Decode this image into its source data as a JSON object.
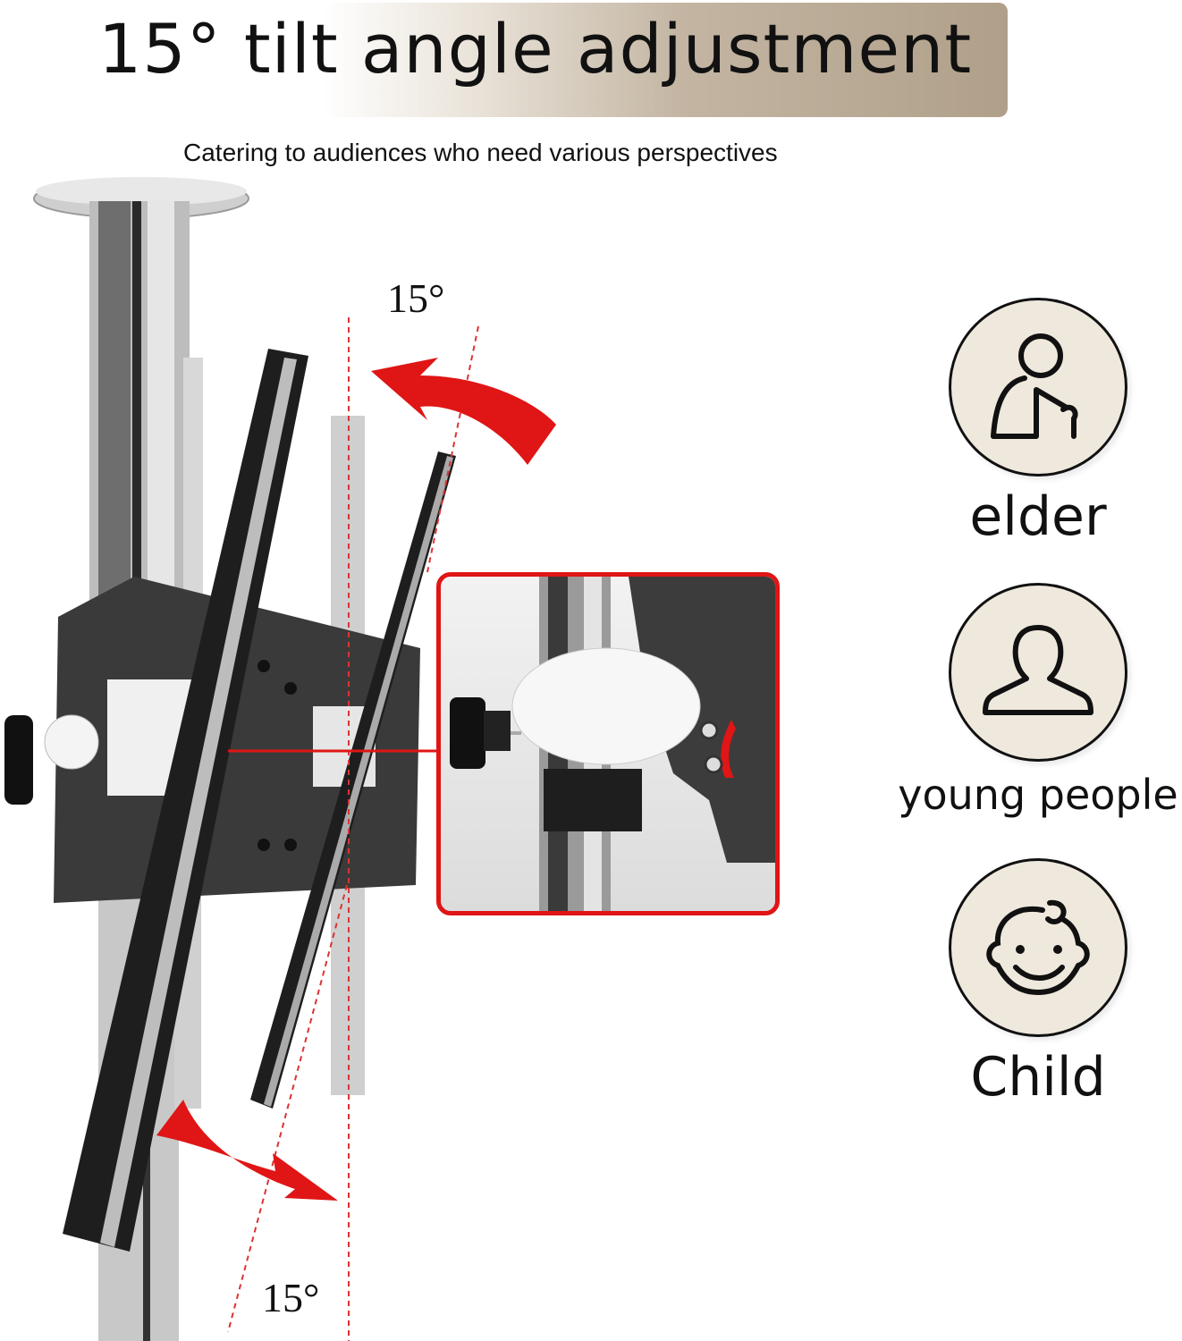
{
  "header": {
    "title": "15° tilt angle adjustment",
    "subtitle": "Catering to audiences who need various perspectives"
  },
  "diagram": {
    "top_angle_label": "15°",
    "bottom_angle_label": "15°",
    "arrow_color": "#e01515",
    "detail_frame_color": "#e01515"
  },
  "audiences": [
    {
      "label": "elder",
      "icon": "elder-with-cane-icon"
    },
    {
      "label": "young people",
      "icon": "person-icon"
    },
    {
      "label": "Child",
      "icon": "baby-face-icon"
    }
  ],
  "colors": {
    "banner_gradient_end": "#b0a08a",
    "icon_circle_fill": "#efe8dd"
  }
}
